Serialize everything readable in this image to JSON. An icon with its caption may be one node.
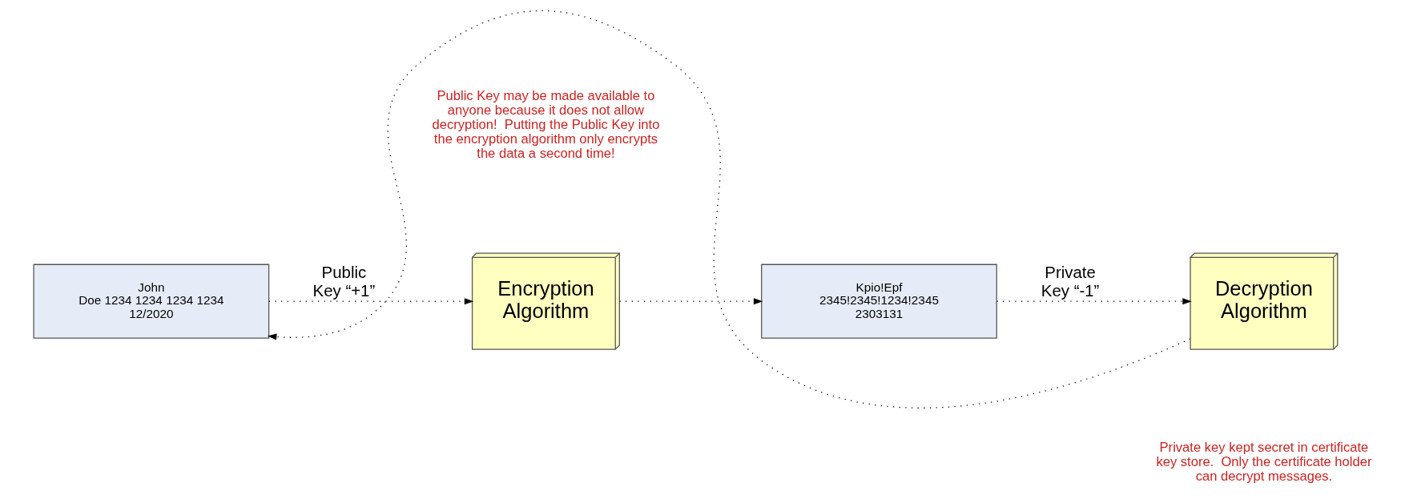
{
  "diagram": {
    "nodes": [
      {
        "text": [
          "John Doe 1234 1234 1234 1234 12/2020"
        ]
      },
      {
        "text": [
          "Encryption Algorithm"
        ]
      },
      {
        "text": [
          "Kpio!Epf 2345!2345!1234!2345 2303131"
        ]
      },
      {
        "text": [
          "Decryption Algorithm"
        ]
      }
    ],
    "edges": [
      {
        "from": 0,
        "to": 1,
        "arrow": "to",
        "style": "dashed",
        "label": "Public Key “+1”"
      },
      {
        "from": 1,
        "to": 2,
        "arrow": "to",
        "style": "dashed"
      },
      {
        "from": 2,
        "to": 3,
        "arrow": "to",
        "style": "dashed",
        "label": "Private Key “-1”"
      },
      {
        "from": 3,
        "to": 0,
        "arrow": "to",
        "style": "dashed"
      }
    ],
    "labels": [
      "Public Key may be made available to anyone because it does not allow decryption!  Putting the Public Key into the encryption algorithm only encrypts the data a second time!",
      "Private key kept secret in certificate key store.  Only the certificate holder can decrypt messages."
    ]
  }
}
